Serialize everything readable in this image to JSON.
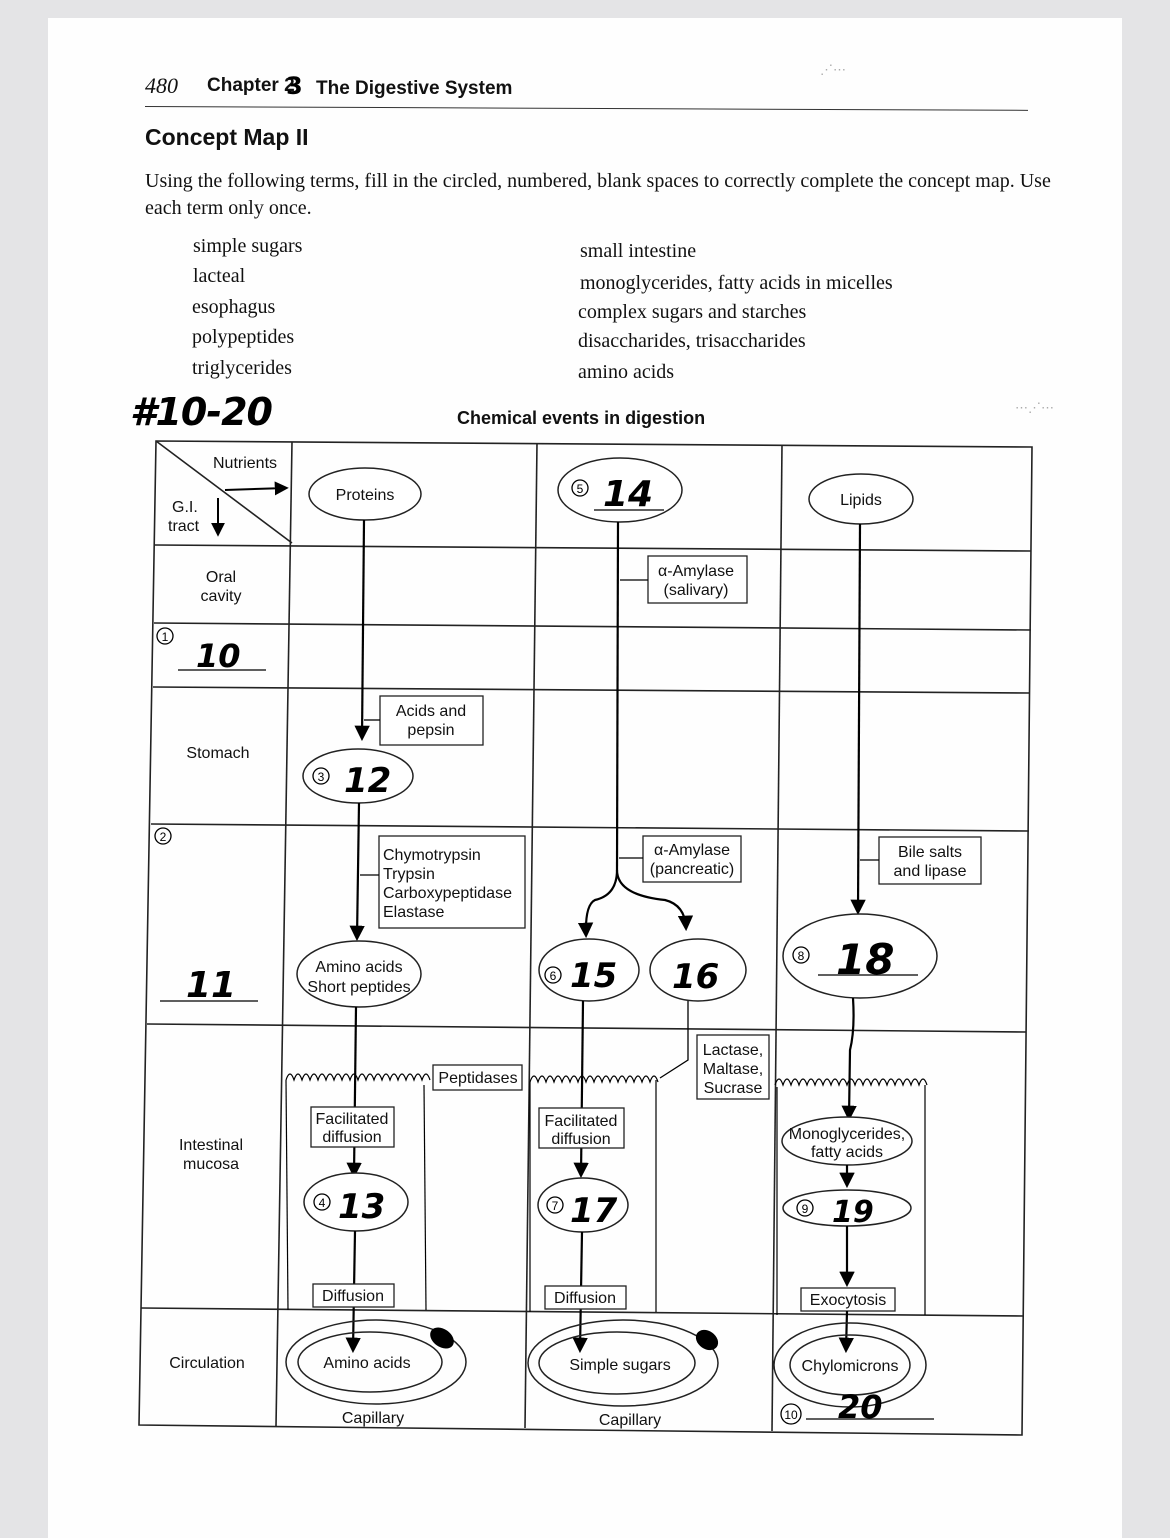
{
  "header": {
    "page_number": "480",
    "chapter": "Chapter 2",
    "chapter_mark": "3",
    "title": "The Digestive System"
  },
  "concept_map_title": "Concept Map II",
  "instructions": "Using the following terms, fill in the circled, numbered, blank spaces to correctly complete the concept map. Use each term only once.",
  "terms_left": [
    "simple sugars",
    "lacteal",
    "esophagus",
    "polypeptides",
    "triglycerides"
  ],
  "terms_right": [
    "small intestine",
    "monoglycerides, fatty acids in micelles",
    "complex sugars and starches",
    "disaccharides, trisaccharides",
    "amino acids"
  ],
  "handwritten_note": "#10-20",
  "diagram": {
    "title": "Chemical events in digestion",
    "corner": {
      "nutrients": "Nutrients",
      "gi_1": "G.I.",
      "gi_2": "tract"
    },
    "rows": {
      "oral_1": "Oral",
      "oral_2": "cavity",
      "stomach": "Stomach",
      "mucosa_1": "Intestinal",
      "mucosa_2": "mucosa",
      "circulation": "Circulation"
    },
    "nutrients": {
      "proteins": "Proteins",
      "lipids": "Lipids"
    },
    "enzymes": {
      "amylase_sal_1": "α-Amylase",
      "amylase_sal_2": "(salivary)",
      "acids_1": "Acids and",
      "acids_2": "pepsin",
      "chymo": "Chymotrypsin",
      "trypsin": "Trypsin",
      "carboxy": "Carboxypeptidase",
      "elastase": "Elastase",
      "amylase_pan_1": "α-Amylase",
      "amylase_pan_2": "(pancreatic)",
      "bile_1": "Bile salts",
      "bile_2": "and lipase",
      "peptidases": "Peptidases",
      "lactase": "Lactase,",
      "maltase": "Maltase,",
      "sucrase": "Sucrase"
    },
    "products": {
      "aa_1": "Amino acids",
      "aa_2": "Short peptides",
      "mono_1": "Monoglycerides,",
      "mono_2": "fatty acids"
    },
    "transport": {
      "fac_1": "Facilitated",
      "fac_2": "diffusion",
      "diffusion": "Diffusion",
      "exocytosis": "Exocytosis"
    },
    "circulation": {
      "amino": "Amino acids",
      "sugars": "Simple sugars",
      "chylo": "Chylomicrons",
      "capillary": "Capillary"
    },
    "circled_numbers": [
      "1",
      "2",
      "3",
      "4",
      "5",
      "6",
      "7",
      "8",
      "9",
      "10"
    ],
    "answers": {
      "a1": "10",
      "a2": "11",
      "a3": "12",
      "a4": "13",
      "a5": "14",
      "a6": "15",
      "a7": "16",
      "a8": "17",
      "a9": "18",
      "a10": "19",
      "a11": "20"
    }
  }
}
